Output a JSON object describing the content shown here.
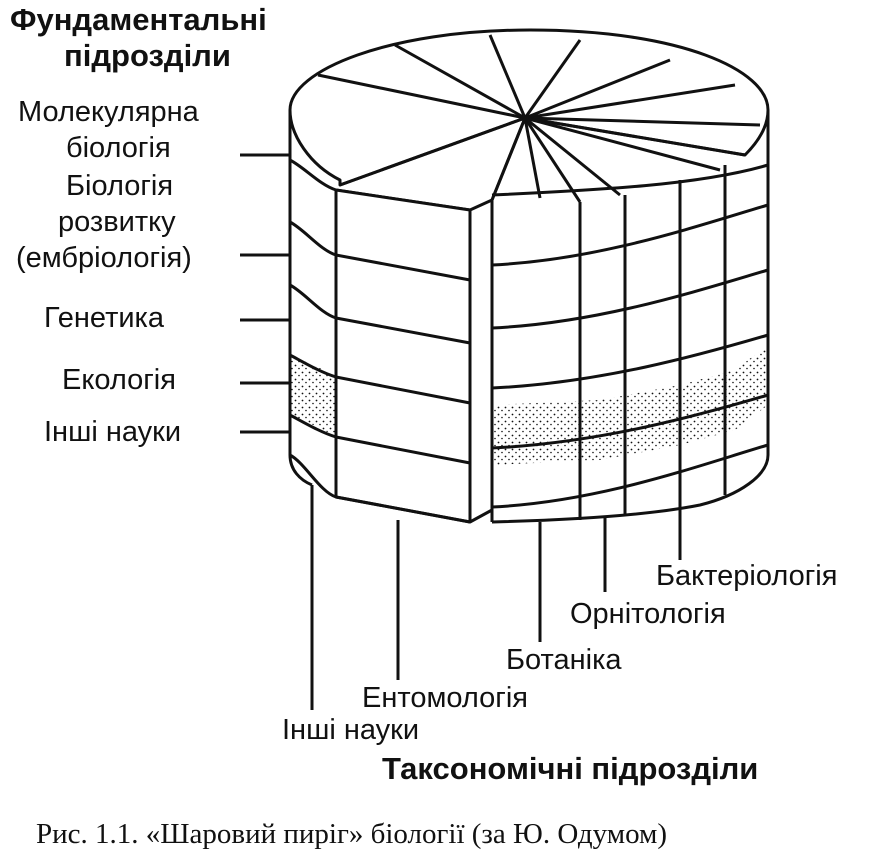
{
  "titles": {
    "fundamental": [
      "Фундаментальні",
      "підрозділи"
    ],
    "taxonomic": "Таксономічні підрозділи"
  },
  "layers": [
    [
      "Молекулярна",
      "біологія"
    ],
    [
      "Біологія",
      "розвитку",
      "(ембріологія)"
    ],
    [
      "Генетика"
    ],
    [
      "Екологія"
    ],
    [
      "Інші науки"
    ]
  ],
  "taxa": [
    "Бактеріологія",
    "Орнітологія",
    "Ботаніка",
    "Ентомологія",
    "Інші науки"
  ],
  "caption": "Рис. 1.1. «Шаровий пиріг» біології (за Ю. Одумом)",
  "colors": {
    "ink": "#111111",
    "paper": "#ffffff"
  },
  "highlighted_layer": "Екологія"
}
